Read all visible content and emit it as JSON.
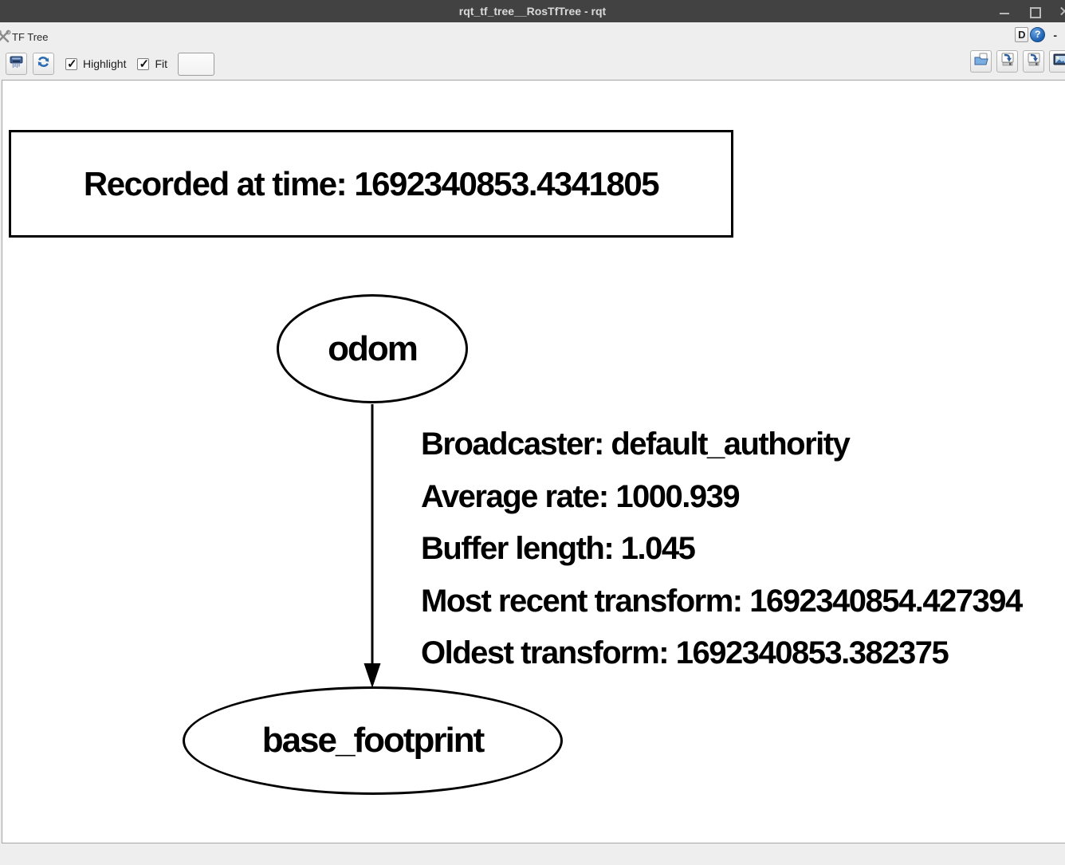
{
  "window": {
    "title": "rqt_tf_tree__RosTfTree - rqt"
  },
  "panel": {
    "title": "TF Tree",
    "dock_button_label": "D",
    "help_button_label": "?",
    "minimize_button_label": "-"
  },
  "toolbar": {
    "highlight_label": "Highlight",
    "highlight_checked": true,
    "fit_label": "Fit",
    "fit_checked": true,
    "filter_value": "",
    "left_icons": [
      "clear-buffer-icon",
      "refresh-icon"
    ],
    "right_icons": [
      "open-dot-icon",
      "save-dot-icon",
      "save-svg-icon",
      "save-image-icon"
    ]
  },
  "colors": {
    "titlebar": "#424242",
    "panel_background": "#eeeeee",
    "canvas_background": "#ffffff",
    "accent_blue": "#2c6cb5",
    "graph_ink": "#000000"
  },
  "graph": {
    "recorded_at": "Recorded at time: 1692340853.4341805",
    "nodes": [
      {
        "label": "odom"
      },
      {
        "label": "base_footprint"
      }
    ],
    "edge": {
      "from": "odom",
      "to": "base_footprint",
      "lines": [
        "Broadcaster: default_authority",
        "Average rate: 1000.939",
        "Buffer length: 1.045",
        "Most recent transform: 1692340854.427394",
        "Oldest transform: 1692340853.382375"
      ]
    }
  }
}
